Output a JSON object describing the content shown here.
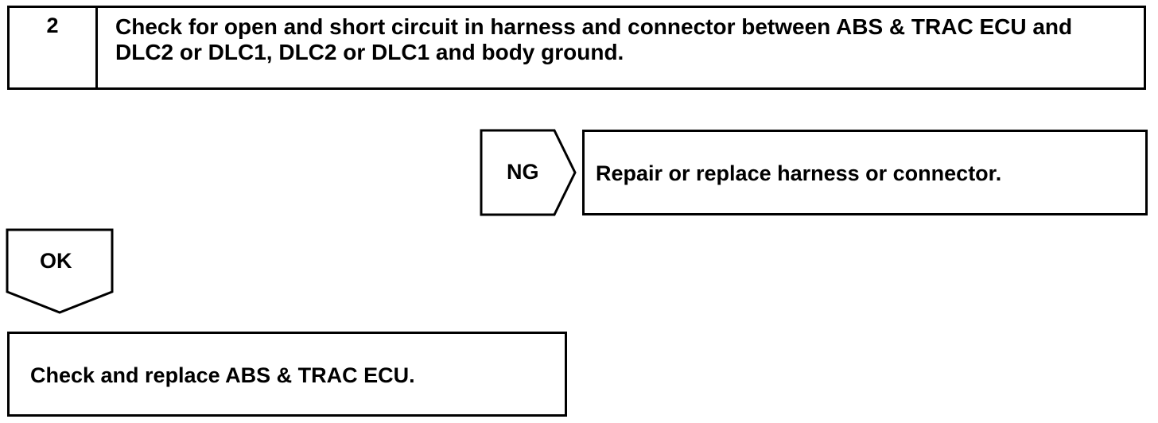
{
  "step": {
    "number": "2",
    "title": "Check for open and short circuit in harness and connector between ABS & TRAC ECU and DLC2 or DLC1, DLC2 or DLC1 and body ground."
  },
  "ng_branch": {
    "label": "NG",
    "action": "Repair or replace harness or connector."
  },
  "ok_branch": {
    "label": "OK",
    "action": "Check and replace ABS & TRAC ECU."
  }
}
